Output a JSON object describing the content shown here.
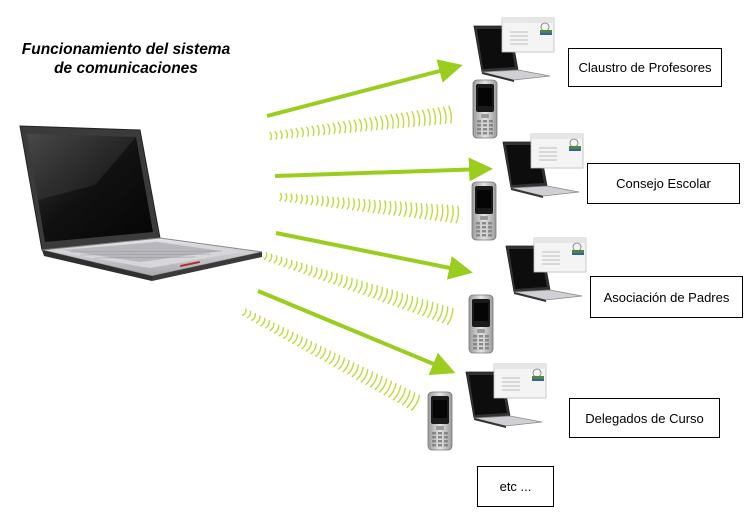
{
  "title": {
    "line1": "Funcionamiento del sistema",
    "line2": "de comunicaciones"
  },
  "recipients": [
    {
      "label": "Claustro de Profesores"
    },
    {
      "label": "Consejo Escolar"
    },
    {
      "label": "Asociación de Padres"
    },
    {
      "label": "Delegados de Curso"
    },
    {
      "label": "etc ..."
    }
  ],
  "colors": {
    "arrow": "#9acd1e",
    "wave": "#b8de3a",
    "laptop_body": "#2a2a2a",
    "laptop_silver": "#c8c8cc",
    "phone_body": "#1c1c1c",
    "phone_silver": "#c9c9c9"
  },
  "icons": {
    "sender": "laptop-icon",
    "email_device": "laptop-email-icon",
    "sms_device": "mobile-phone-icon"
  }
}
